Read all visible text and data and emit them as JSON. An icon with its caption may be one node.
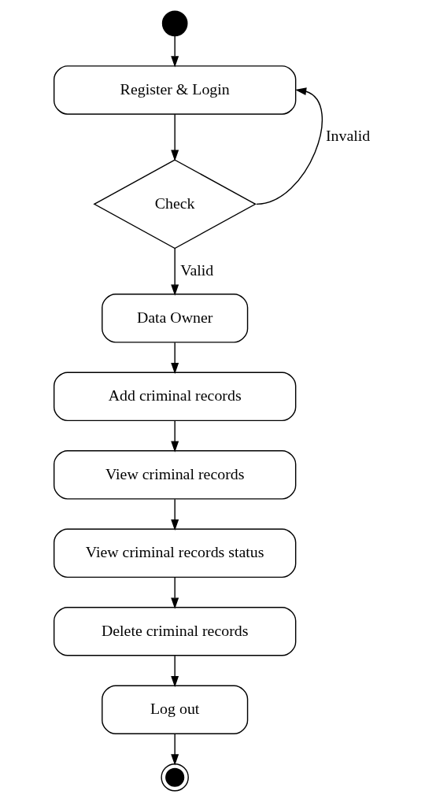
{
  "diagram": {
    "nodes": [
      {
        "text": [],
        "shape": "circle"
      },
      {
        "text": [
          "Register & Login"
        ]
      },
      {
        "text": [
          "Check"
        ]
      },
      {
        "text": [
          "Data Owner"
        ]
      },
      {
        "text": [
          "Add criminal records"
        ]
      },
      {
        "text": [
          "View criminal records"
        ]
      },
      {
        "text": [
          "View criminal records status"
        ]
      },
      {
        "text": [
          "Delete criminal records"
        ]
      },
      {
        "text": [
          "Log out"
        ]
      },
      {
        "text": [],
        "shape": "circle"
      }
    ],
    "edges": [
      {
        "from": 0,
        "to": 1,
        "arrow": "to"
      },
      {
        "from": 1,
        "to": 2,
        "arrow": "to"
      },
      {
        "from": 2,
        "to": 1,
        "arrow": "to",
        "label": "Invalid"
      },
      {
        "from": 2,
        "to": 3,
        "arrow": "to",
        "label": "Valid"
      },
      {
        "from": 3,
        "to": 4,
        "arrow": "to"
      },
      {
        "from": 4,
        "to": 5,
        "arrow": "to"
      },
      {
        "from": 5,
        "to": 6,
        "arrow": "to"
      },
      {
        "from": 6,
        "to": 7,
        "arrow": "to"
      },
      {
        "from": 7,
        "to": 8,
        "arrow": "to"
      },
      {
        "from": 8,
        "to": 9,
        "arrow": "to"
      }
    ]
  }
}
